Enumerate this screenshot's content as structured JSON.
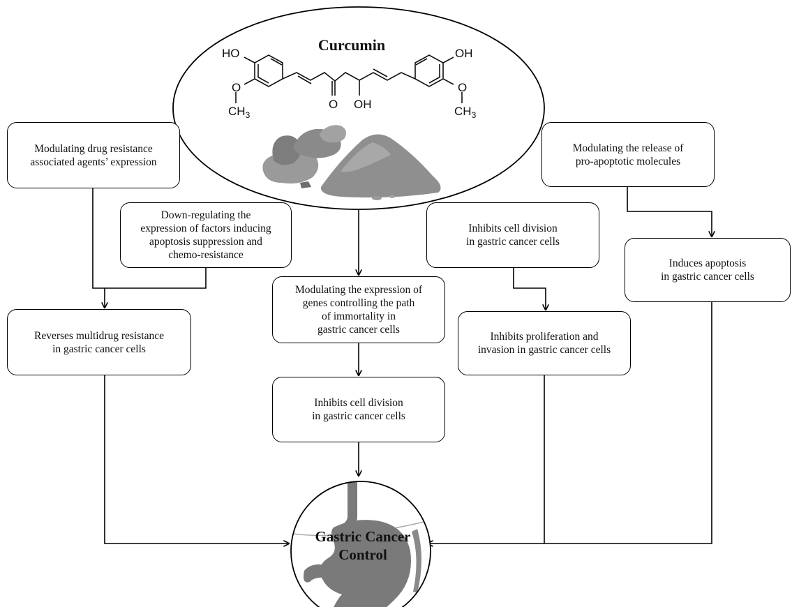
{
  "title": "Curcumin",
  "molecule": {
    "ho_left": "HO",
    "oh_right": "OH",
    "o_left": "O",
    "ch3_left": "CH",
    "ch3_left_sub": "3",
    "o_right": "O",
    "ch3_right": "CH",
    "ch3_right_sub": "3",
    "keto_o": "O",
    "enol_oh": "OH"
  },
  "boxes": {
    "drug_resistance": [
      "Modulating drug resistance",
      "associated agents’ expression"
    ],
    "down_regulating": [
      "Down-regulating the",
      "expression of factors inducing",
      "apoptosis suppression and",
      "chemo-resistance"
    ],
    "reverses_mdr": [
      "Reverses multidrug resistance",
      "in gastric cancer cells"
    ],
    "immortality": [
      "Modulating the expression of",
      "genes controlling the path",
      "of immortality in",
      "gastric cancer cells"
    ],
    "cell_division_center": [
      "Inhibits cell division",
      "in gastric cancer cells"
    ],
    "cell_division_right": [
      "Inhibits cell division",
      "in gastric cancer cells"
    ],
    "proliferation": [
      "Inhibits proliferation and",
      "invasion in gastric cancer cells"
    ],
    "pro_apoptotic": [
      "Modulating the release of",
      "pro-apoptotic molecules"
    ],
    "apoptosis": [
      "Induces apoptosis",
      "in gastric cancer cells"
    ]
  },
  "outcome": [
    "Gastric Cancer",
    "Control"
  ],
  "colors": {
    "line": "#000000",
    "turmeric": "#8c8c8c",
    "stomach": "#7a7a7a"
  }
}
